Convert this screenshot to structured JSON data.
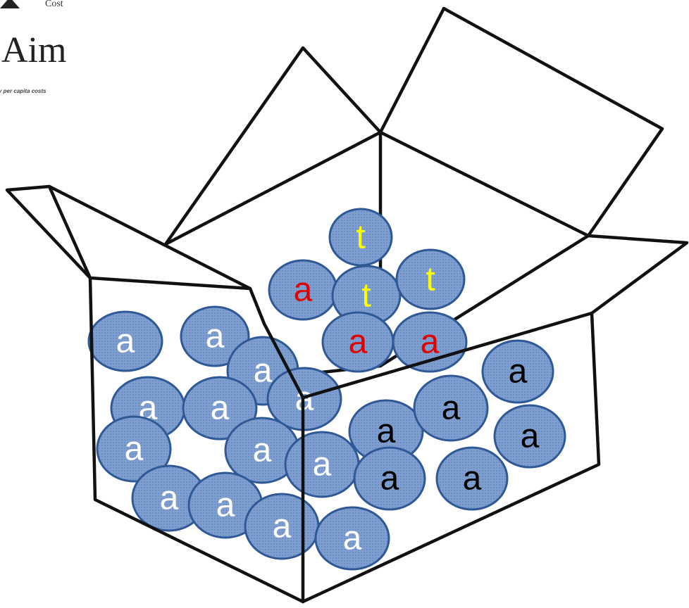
{
  "logo": {
    "cost_text": "Cost",
    "aim_text": "Aim",
    "tagline": "y per capita costs"
  },
  "colors": {
    "ball_fill": "#7f9fd0",
    "ball_stroke": "#2e5896",
    "label_white": "#ffffff",
    "label_black": "#000000",
    "label_red": "#e00000",
    "label_yellow": "#ffff00"
  },
  "balls": [
    {
      "label": "t",
      "color": "yellow"
    },
    {
      "label": "a",
      "color": "red"
    },
    {
      "label": "t",
      "color": "yellow"
    },
    {
      "label": "t",
      "color": "yellow"
    },
    {
      "label": "a",
      "color": "red"
    },
    {
      "label": "a",
      "color": "red"
    },
    {
      "label": "a",
      "color": "white"
    },
    {
      "label": "a",
      "color": "white"
    },
    {
      "label": "a",
      "color": "white"
    },
    {
      "label": "a",
      "color": "black"
    },
    {
      "label": "a",
      "color": "white"
    },
    {
      "label": "a",
      "color": "white"
    },
    {
      "label": "a",
      "color": "white"
    },
    {
      "label": "a",
      "color": "black"
    },
    {
      "label": "a",
      "color": "black"
    },
    {
      "label": "a",
      "color": "black"
    },
    {
      "label": "a",
      "color": "white"
    },
    {
      "label": "a",
      "color": "white"
    },
    {
      "label": "a",
      "color": "white"
    },
    {
      "label": "a",
      "color": "black"
    },
    {
      "label": "a",
      "color": "black"
    },
    {
      "label": "a",
      "color": "white"
    },
    {
      "label": "a",
      "color": "white"
    },
    {
      "label": "a",
      "color": "white"
    },
    {
      "label": "a",
      "color": "white"
    }
  ]
}
